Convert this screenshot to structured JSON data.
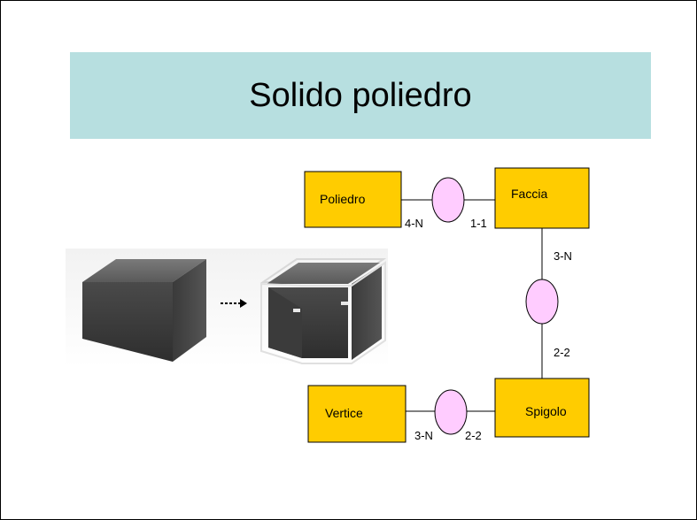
{
  "slide": {
    "title": "Solido poliedro"
  },
  "diagram": {
    "entities": {
      "poliedro": "Poliedro",
      "faccia": "Faccia",
      "spigolo": "Spigolo",
      "vertice": "Vertice"
    },
    "cardinalities": {
      "poliedro_side": "4-N",
      "faccia_side_top": "1-1",
      "faccia_side_vertical": "3-N",
      "spigolo_side_vertical": "2-2",
      "vertice_side": "3-N",
      "spigolo_side_bottom": "2-2"
    },
    "colors": {
      "entity_fill": "#ffcc00",
      "relationship_fill": "#ffccff",
      "title_band": "#b7dfe0"
    }
  },
  "illustration": {
    "arrow": "dotted-right-arrow-icon"
  }
}
